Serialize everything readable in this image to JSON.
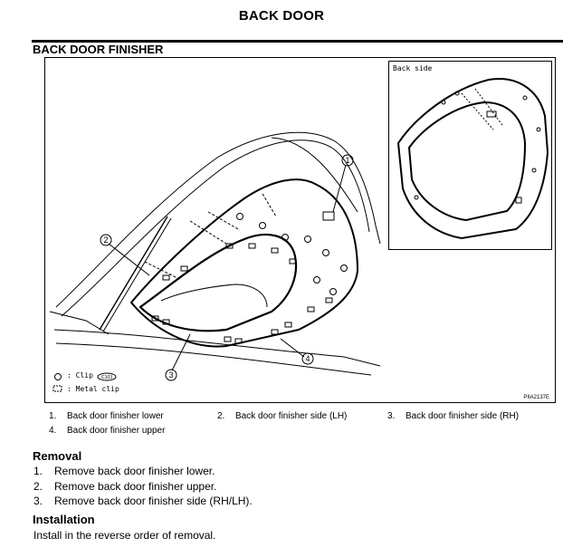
{
  "header": {
    "title": "BACK DOOR"
  },
  "section": {
    "title": "BACK DOOR FINISHER"
  },
  "figure": {
    "inset_label": "Back side",
    "callouts": [
      "1",
      "2",
      "3",
      "4"
    ],
    "legend": [
      {
        "symbol": "clip-symbol-icon",
        "text": ": Clip"
      },
      {
        "symbol": "metal-clip-symbol-icon",
        "text": ": Metal clip"
      }
    ],
    "clip_code": "C103",
    "code": "PIIA2137E"
  },
  "parts": [
    {
      "num": "1.",
      "label": "Back door finisher lower"
    },
    {
      "num": "2.",
      "label": "Back door finisher side (LH)"
    },
    {
      "num": "3.",
      "label": "Back door finisher side (RH)"
    },
    {
      "num": "4.",
      "label": "Back door finisher upper"
    }
  ],
  "removal": {
    "heading": "Removal",
    "steps": [
      {
        "num": "1.",
        "text": "Remove back door finisher lower."
      },
      {
        "num": "2.",
        "text": "Remove back door finisher upper."
      },
      {
        "num": "3.",
        "text": "Remove back door finisher side (RH/LH)."
      }
    ]
  },
  "installation": {
    "heading": "Installation",
    "text": "Install in the reverse order of removal."
  }
}
